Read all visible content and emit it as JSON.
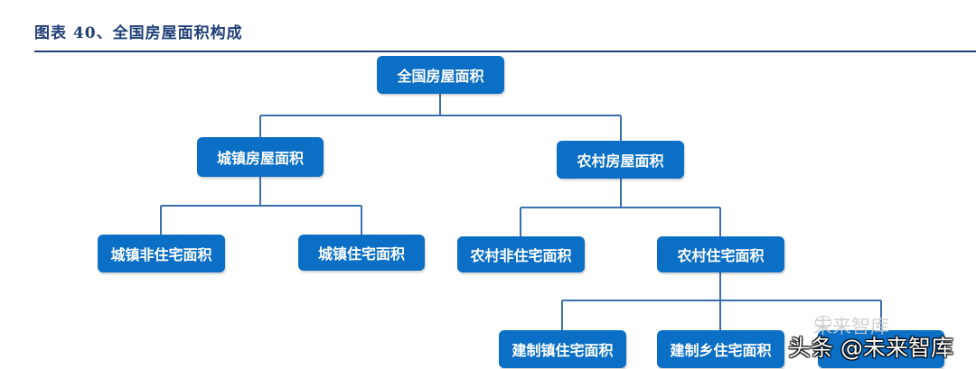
{
  "caption": "图表 40、全国房屋面积构成",
  "colors": {
    "node_fill": "#0b6fc6",
    "connector": "#3b6fb0",
    "caption": "#1f3f77"
  },
  "tree": {
    "root": "全国房屋面积",
    "urban": "城镇房屋面积",
    "rural": "农村房屋面积",
    "urban_nonres": "城镇非住宅面积",
    "urban_res": "城镇住宅面积",
    "rural_nonres": "农村非住宅面积",
    "rural_res": "农村住宅面积",
    "town_res": "建制镇住宅面积",
    "township_res": "建制乡住宅面积",
    "village_res": ""
  },
  "watermark": {
    "brand": "头条 @未来智库",
    "small": "未来智库",
    "icon": "wechat-icon"
  }
}
